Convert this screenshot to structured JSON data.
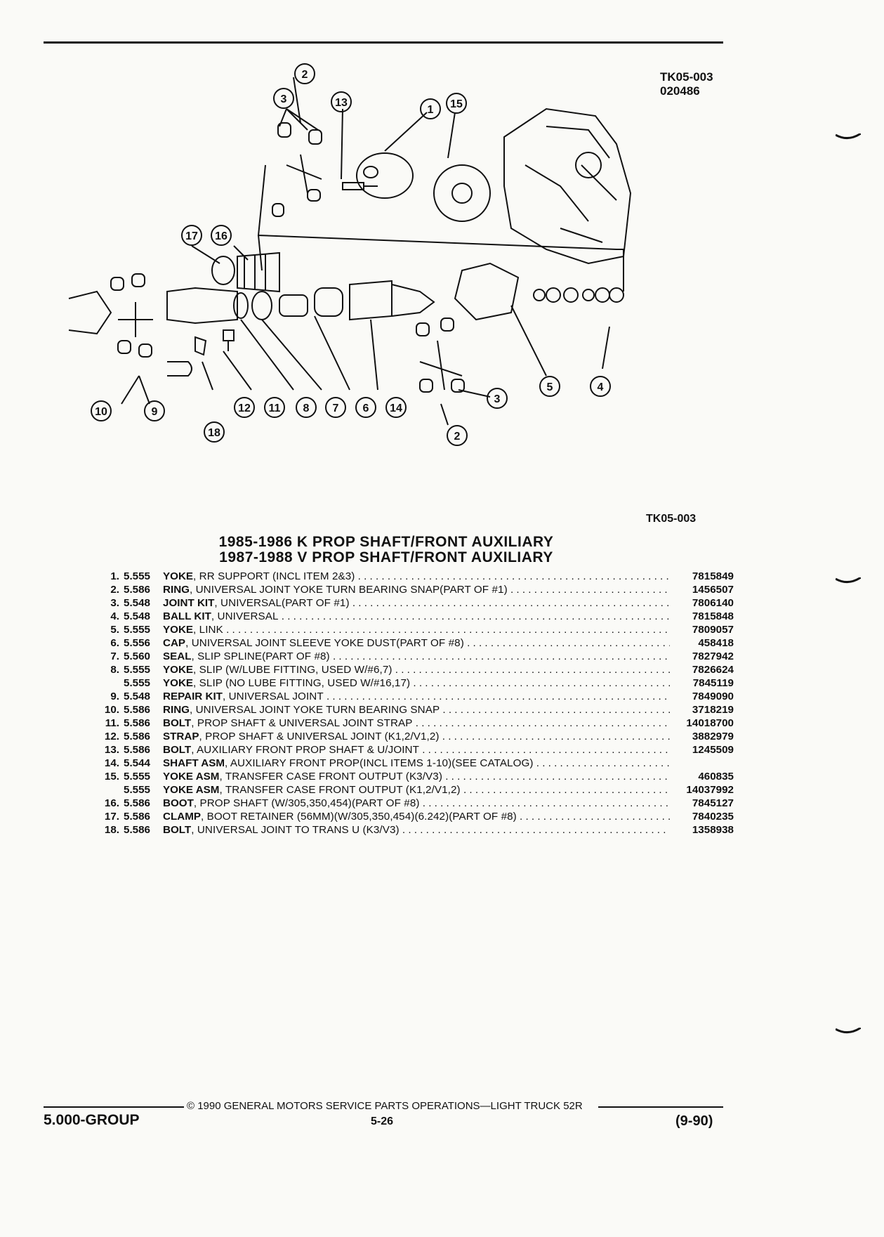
{
  "diagram": {
    "code_line1": "TK05-003",
    "code_line2": "020486",
    "caption_code": "TK05-003",
    "callouts": [
      "1",
      "2",
      "3",
      "4",
      "5",
      "6",
      "7",
      "8",
      "9",
      "10",
      "11",
      "12",
      "13",
      "14",
      "15",
      "16",
      "17",
      "18"
    ]
  },
  "titles": {
    "line1": "1985-1986 K PROP SHAFT/FRONT AUXILIARY",
    "line2": "1987-1988 V PROP SHAFT/FRONT AUXILIARY"
  },
  "parts": [
    {
      "num": "1.",
      "group": "5.555",
      "name": "YOKE",
      "rest": ", RR SUPPORT (INCL ITEM 2&3)",
      "pn": "7815849"
    },
    {
      "num": "2.",
      "group": "5.586",
      "name": "RING",
      "rest": ", UNIVERSAL JOINT YOKE TURN BEARING SNAP(PART OF #1)",
      "pn": "1456507"
    },
    {
      "num": "3.",
      "group": "5.548",
      "name": "JOINT KIT",
      "rest": ", UNIVERSAL(PART OF #1)",
      "pn": "7806140"
    },
    {
      "num": "4.",
      "group": "5.548",
      "name": "BALL KIT",
      "rest": ", UNIVERSAL",
      "pn": "7815848"
    },
    {
      "num": "5.",
      "group": "5.555",
      "name": "YOKE",
      "rest": ", LINK",
      "pn": "7809057"
    },
    {
      "num": "6.",
      "group": "5.556",
      "name": "CAP",
      "rest": ", UNIVERSAL JOINT SLEEVE YOKE DUST(PART OF #8)",
      "pn": "458418"
    },
    {
      "num": "7.",
      "group": "5.560",
      "name": "SEAL",
      "rest": ", SLIP SPLINE(PART OF #8)",
      "pn": "7827942"
    },
    {
      "num": "8.",
      "group": "5.555",
      "name": "YOKE",
      "rest": ", SLIP (W/LUBE FITTING, USED W/#6,7)",
      "pn": "7826624"
    },
    {
      "num": "",
      "group": "5.555",
      "name": "YOKE",
      "rest": ", SLIP (NO LUBE FITTING, USED W/#16,17)",
      "pn": "7845119"
    },
    {
      "num": "9.",
      "group": "5.548",
      "name": "REPAIR KIT",
      "rest": ", UNIVERSAL JOINT",
      "pn": "7849090"
    },
    {
      "num": "10.",
      "group": "5.586",
      "name": "RING",
      "rest": ", UNIVERSAL JOINT YOKE TURN BEARING SNAP",
      "pn": "3718219"
    },
    {
      "num": "11.",
      "group": "5.586",
      "name": "BOLT",
      "rest": ", PROP SHAFT & UNIVERSAL JOINT STRAP",
      "pn": "14018700"
    },
    {
      "num": "12.",
      "group": "5.586",
      "name": "STRAP",
      "rest": ", PROP SHAFT & UNIVERSAL JOINT (K1,2/V1,2)",
      "pn": "3882979"
    },
    {
      "num": "13.",
      "group": "5.586",
      "name": "BOLT",
      "rest": ", AUXILIARY FRONT PROP SHAFT & U/JOINT",
      "pn": "1245509"
    },
    {
      "num": "14.",
      "group": "5.544",
      "name": "SHAFT ASM",
      "rest": ", AUXILIARY FRONT PROP(INCL ITEMS 1-10)(SEE CATALOG)",
      "pn": ""
    },
    {
      "num": "15.",
      "group": "5.555",
      "name": "YOKE ASM",
      "rest": ", TRANSFER CASE FRONT OUTPUT (K3/V3)",
      "pn": "460835"
    },
    {
      "num": "",
      "group": "5.555",
      "name": "YOKE ASM",
      "rest": ", TRANSFER CASE FRONT OUTPUT (K1,2/V1,2)",
      "pn": "14037992"
    },
    {
      "num": "16.",
      "group": "5.586",
      "name": "BOOT",
      "rest": ", PROP SHAFT (W/305,350,454)(PART OF #8)",
      "pn": "7845127"
    },
    {
      "num": "17.",
      "group": "5.586",
      "name": "CLAMP",
      "rest": ", BOOT RETAINER (56MM)(W/305,350,454)(6.242)(PART OF #8)",
      "pn": "7840235"
    },
    {
      "num": "18.",
      "group": "5.586",
      "name": "BOLT",
      "rest": ", UNIVERSAL JOINT TO TRANS U (K3/V3)",
      "pn": "1358938"
    }
  ],
  "footer": {
    "copyright": "© 1990 GENERAL MOTORS SERVICE PARTS OPERATIONS—LIGHT TRUCK 52R",
    "group": "5.000-GROUP",
    "page": "5-26",
    "date": "(9-90)"
  }
}
